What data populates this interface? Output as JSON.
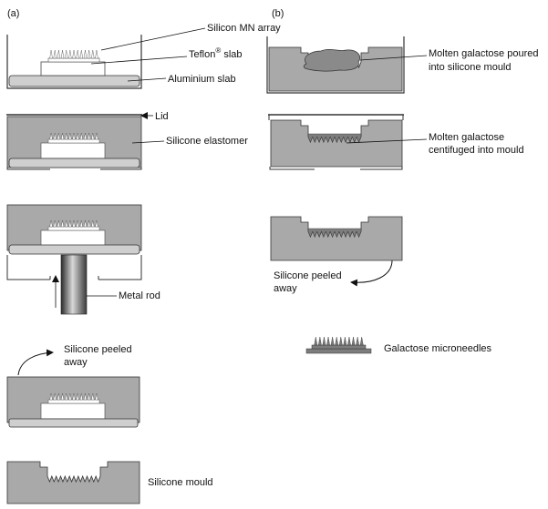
{
  "panels": {
    "a": "(a)",
    "b": "(b)"
  },
  "labels_a": {
    "silicon_array": "Silicon MN array",
    "teflon_slab_prefix": "Teflon",
    "teflon_slab_sup": "®",
    "teflon_slab_suffix": " slab",
    "aluminium_slab": "Aluminium slab",
    "lid": "Lid",
    "silicone_elastomer": "Silicone elastomer",
    "metal_rod": "Metal rod",
    "peeled_line1": "Silicone peeled",
    "peeled_line2": "away",
    "silicone_mould": "Silicone mould"
  },
  "labels_b": {
    "molten_poured_line1": "Molten galactose poured",
    "molten_poured_line2": "into silicone mould",
    "molten_cent_line1": "Molten galactose",
    "molten_cent_line2": "centifuged into mould",
    "peeled_line1": "Silicone peeled",
    "peeled_line2": "away",
    "microneedles": "Galactose microneedles"
  },
  "colors": {
    "silicone": "#a9a9a9",
    "slab": "#cfcfcf",
    "galactose": "#7d7d7d",
    "blob": "#8a8a8a",
    "stroke": "#333333"
  }
}
